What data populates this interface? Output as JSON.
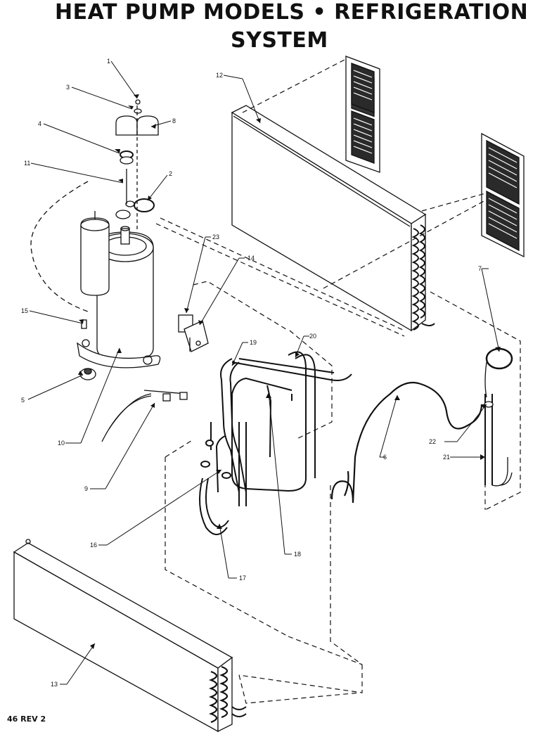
{
  "title_line1": "HEAT PUMP MODELS • REFRIGERATION",
  "title_line2": "SYSTEM",
  "footer": "46 REV 2",
  "callouts": [
    "1",
    "2",
    "3",
    "4",
    "5",
    "6",
    "7",
    "8",
    "9",
    "10",
    "11",
    "12",
    "13",
    "14",
    "15",
    "16",
    "17",
    "18",
    "19",
    "20",
    "21",
    "22",
    "23"
  ]
}
